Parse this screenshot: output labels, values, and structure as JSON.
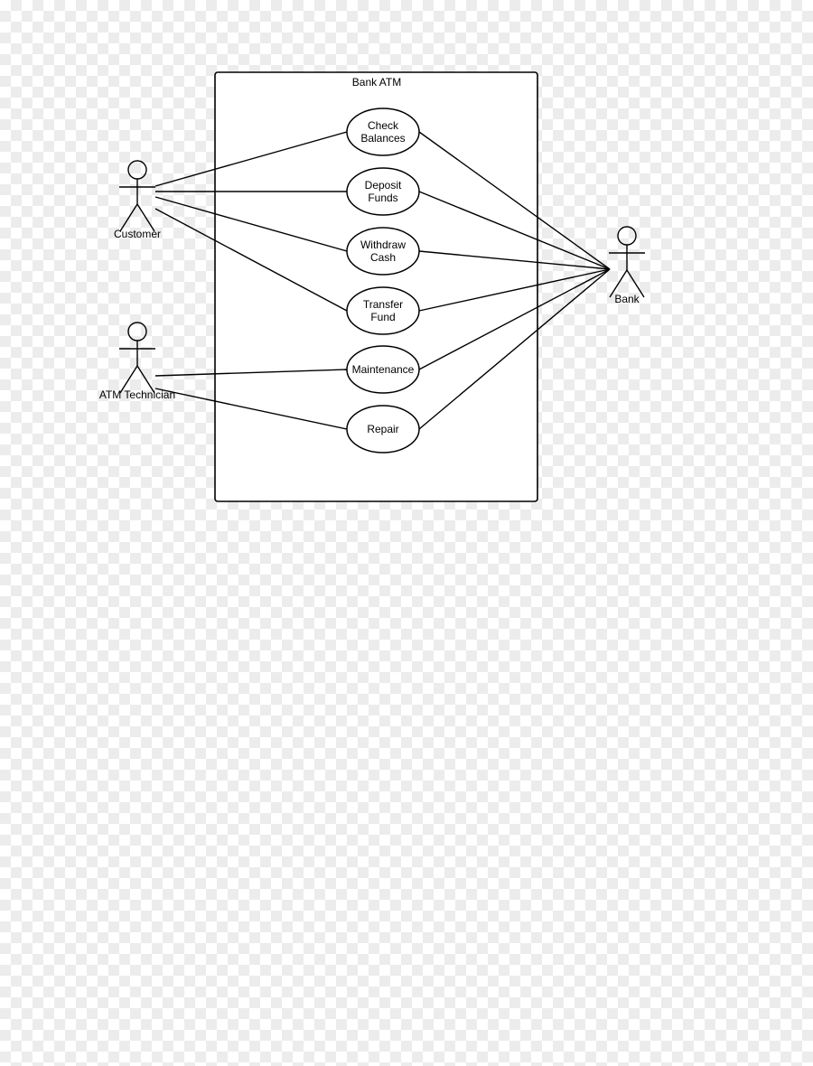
{
  "system": {
    "title": "Bank ATM"
  },
  "actors": [
    {
      "id": "customer",
      "label": "Customer"
    },
    {
      "id": "technician",
      "label": "ATM Technician"
    },
    {
      "id": "bank",
      "label": "Bank"
    }
  ],
  "use_cases": [
    {
      "id": "check",
      "lines": [
        "Check",
        "Balances"
      ]
    },
    {
      "id": "deposit",
      "lines": [
        "Deposit",
        "Funds"
      ]
    },
    {
      "id": "withdraw",
      "lines": [
        "Withdraw",
        "Cash"
      ]
    },
    {
      "id": "transfer",
      "lines": [
        "Transfer",
        "Fund"
      ]
    },
    {
      "id": "maintenance",
      "lines": [
        "Maintenance"
      ]
    },
    {
      "id": "repair",
      "lines": [
        "Repair"
      ]
    }
  ],
  "associations": [
    [
      "customer",
      "check"
    ],
    [
      "customer",
      "deposit"
    ],
    [
      "customer",
      "withdraw"
    ],
    [
      "customer",
      "transfer"
    ],
    [
      "technician",
      "maintenance"
    ],
    [
      "technician",
      "repair"
    ],
    [
      "check",
      "bank"
    ],
    [
      "deposit",
      "bank"
    ],
    [
      "withdraw",
      "bank"
    ],
    [
      "transfer",
      "bank"
    ],
    [
      "maintenance",
      "bank"
    ],
    [
      "repair",
      "bank"
    ]
  ]
}
